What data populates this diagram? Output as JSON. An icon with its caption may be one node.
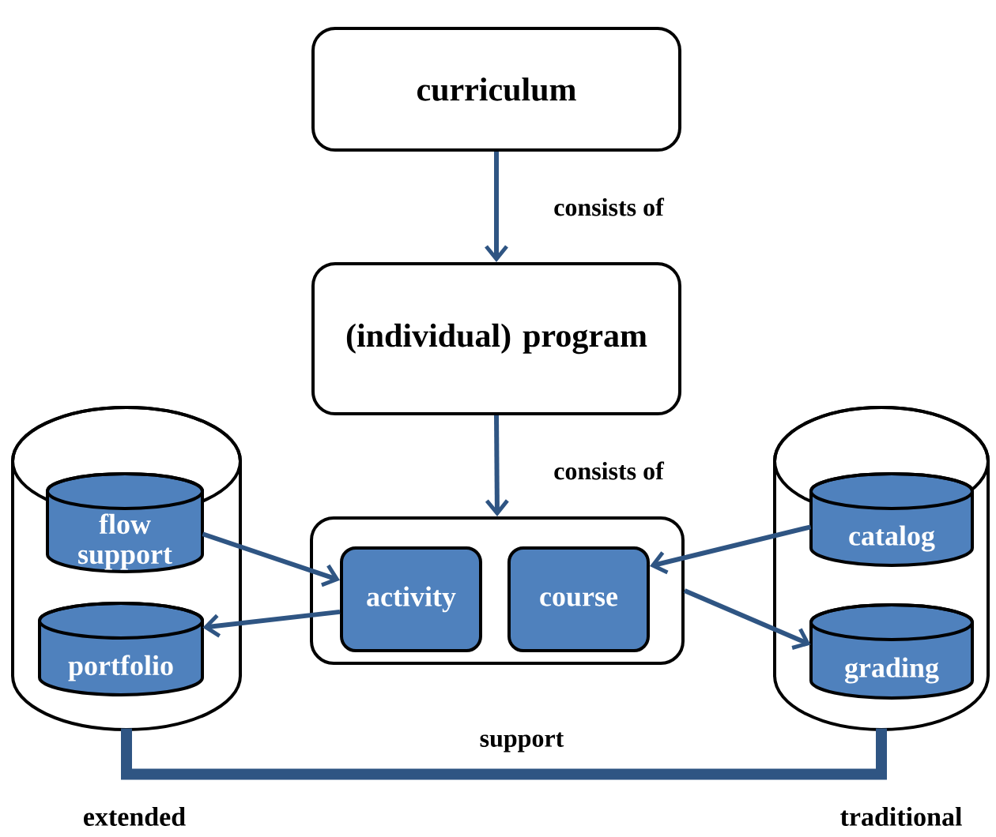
{
  "diagram": {
    "nodes": [
      {
        "text": [
          "curriculum"
        ]
      },
      {
        "text": [
          "(individual) program"
        ]
      },
      {
        "text": [],
        "shape": "box"
      },
      {
        "text": [
          "activity"
        ],
        "in": 2
      },
      {
        "text": [
          "course"
        ],
        "in": 2
      },
      {
        "text": [],
        "shape": "cylinder",
        "beside": [
          "extended"
        ]
      },
      {
        "text": [
          "flow support"
        ],
        "in": 5
      },
      {
        "text": [
          "portfolio"
        ],
        "in": 5
      },
      {
        "text": [],
        "shape": "cylinder",
        "beside": [
          "traditional"
        ]
      },
      {
        "text": [
          "catalog"
        ],
        "in": 8
      },
      {
        "text": [
          "grading"
        ],
        "in": 8
      }
    ],
    "edges": [
      {
        "from": 0,
        "to": 1,
        "arrow": "to",
        "label": "consists of"
      },
      {
        "from": 1,
        "to": 2,
        "arrow": "to",
        "label": "consists of"
      },
      {
        "from": 6,
        "to": 3,
        "arrow": "to"
      },
      {
        "from": 3,
        "to": 7,
        "arrow": "to"
      },
      {
        "from": 9,
        "to": 4,
        "arrow": "to"
      },
      {
        "from": 2,
        "to": 10,
        "arrow": "to"
      },
      {
        "from": 5,
        "to": 8,
        "arrow": "none",
        "label": "support",
        "style": "thick"
      }
    ]
  }
}
